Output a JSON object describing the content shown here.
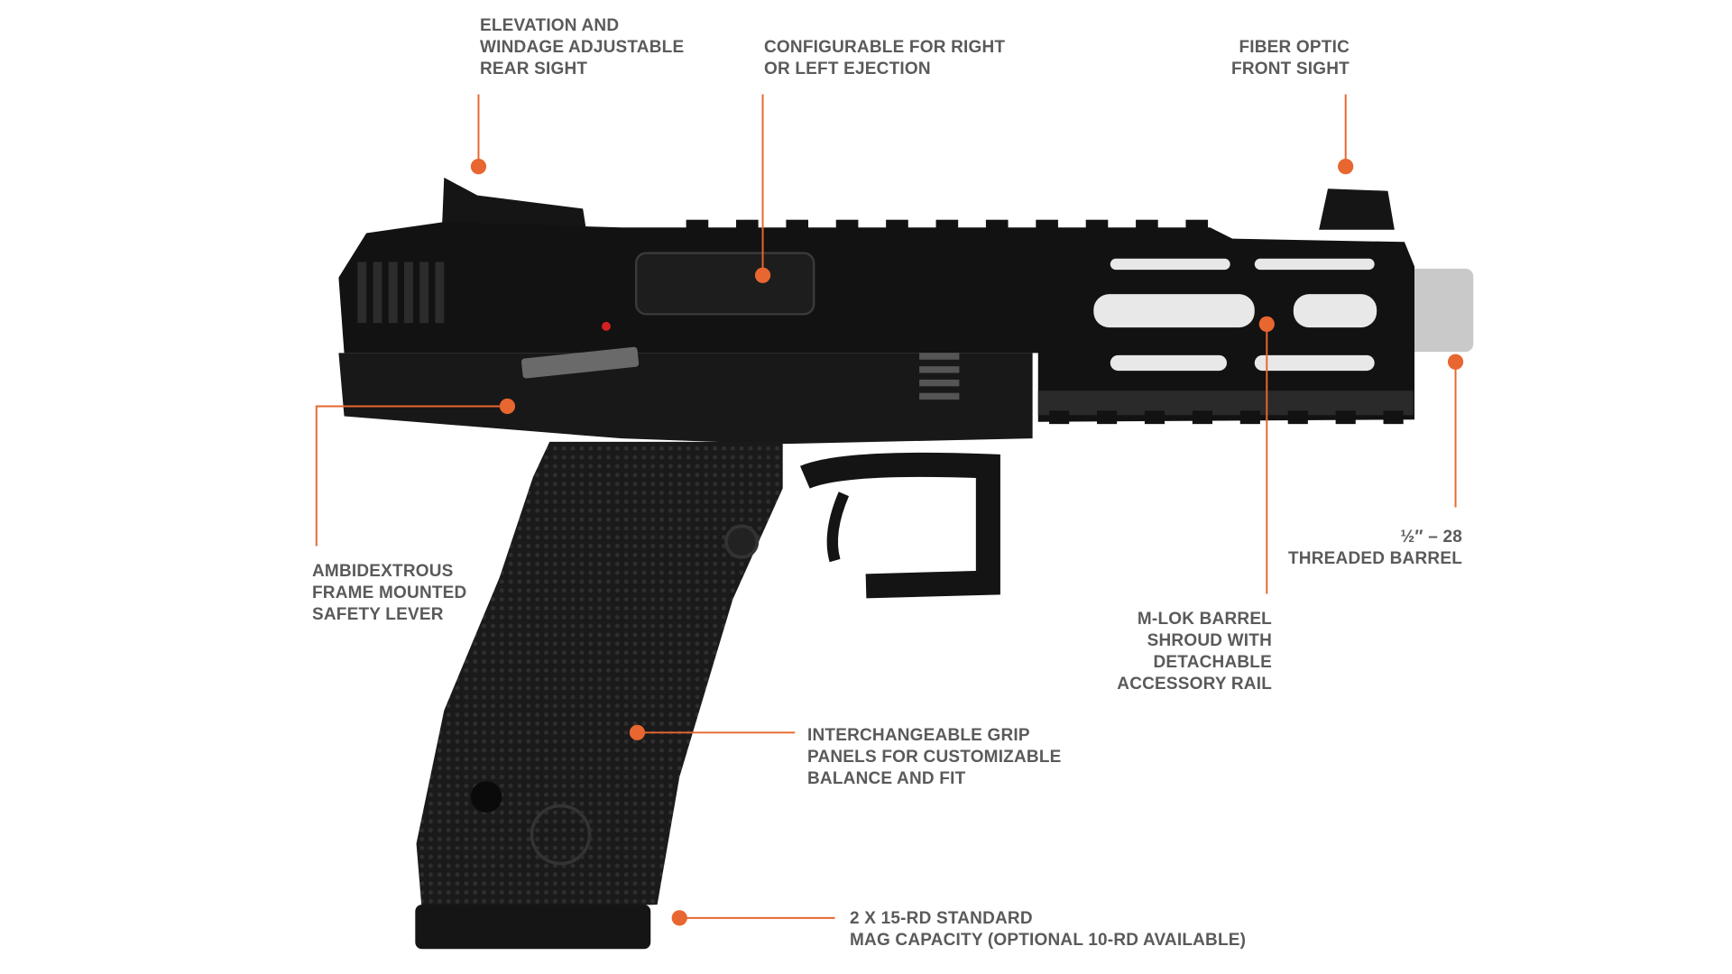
{
  "accent_color": "#e8662f",
  "callouts": {
    "rear_sight": {
      "lines": [
        "ELEVATION AND",
        "WINDAGE ADJUSTABLE",
        "REAR SIGHT"
      ]
    },
    "ejection": {
      "lines": [
        "CONFIGURABLE FOR RIGHT",
        "OR LEFT EJECTION"
      ]
    },
    "front_sight": {
      "lines": [
        "FIBER OPTIC",
        "FRONT SIGHT"
      ]
    },
    "threaded_barrel": {
      "lines": [
        "½″ – 28",
        "THREADED BARREL"
      ]
    },
    "mlok": {
      "lines": [
        "M-LOK BARREL",
        "SHROUD WITH",
        "DETACHABLE",
        "ACCESSORY RAIL"
      ]
    },
    "safety": {
      "lines": [
        "AMBIDEXTROUS",
        "FRAME MOUNTED",
        "SAFETY LEVER"
      ]
    },
    "grip": {
      "lines": [
        "INTERCHANGEABLE GRIP",
        "PANELS FOR CUSTOMIZABLE",
        "BALANCE AND FIT"
      ]
    },
    "magazine": {
      "lines": [
        "2 X 15-RD STANDARD",
        "MAG CAPACITY (OPTIONAL 10-RD AVAILABLE)"
      ]
    }
  }
}
